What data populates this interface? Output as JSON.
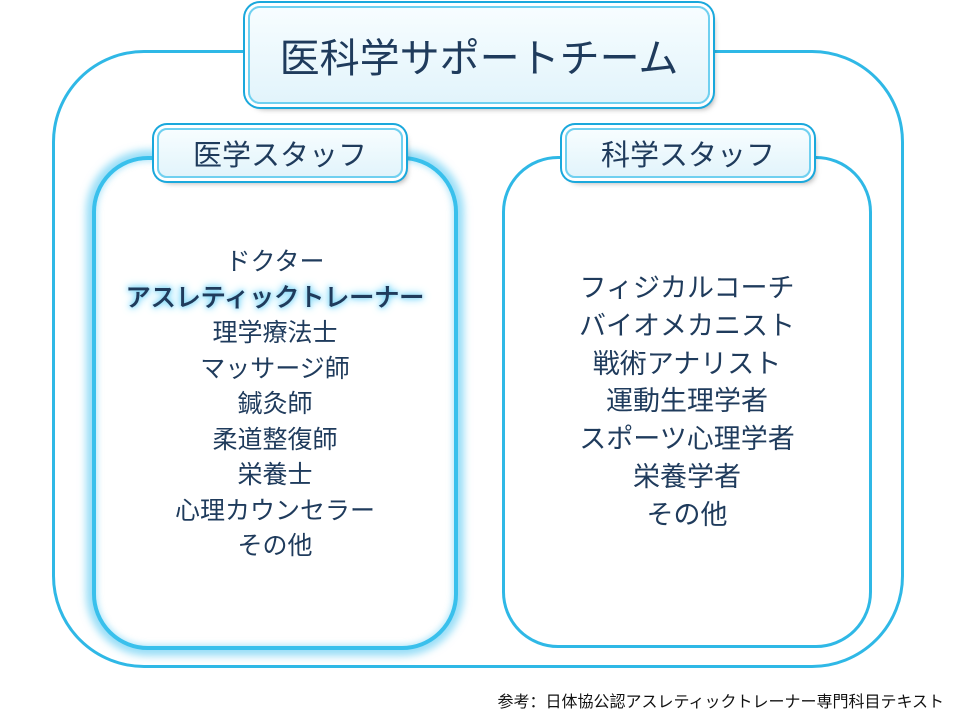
{
  "title": "医科学サポートチーム",
  "medical": {
    "header": "医学スタッフ",
    "items": [
      {
        "label": "ドクター",
        "emphasized": false
      },
      {
        "label": "アスレティックトレーナー",
        "emphasized": true
      },
      {
        "label": "理学療法士",
        "emphasized": false
      },
      {
        "label": "マッサージ師",
        "emphasized": false
      },
      {
        "label": "鍼灸師",
        "emphasized": false
      },
      {
        "label": "柔道整復師",
        "emphasized": false
      },
      {
        "label": "栄養士",
        "emphasized": false
      },
      {
        "label": "心理カウンセラー",
        "emphasized": false
      },
      {
        "label": "その他",
        "emphasized": false
      }
    ]
  },
  "science": {
    "header": "科学スタッフ",
    "items": [
      {
        "label": "フィジカルコーチ"
      },
      {
        "label": "バイオメカニスト"
      },
      {
        "label": "戦術アナリスト"
      },
      {
        "label": "運動生理学者"
      },
      {
        "label": "スポーツ心理学者"
      },
      {
        "label": "栄養学者"
      },
      {
        "label": "その他"
      }
    ]
  },
  "footer": "参考：日体協公認アスレティックトレーナー専門科目テキスト",
  "colors": {
    "border": "#2fb8e6",
    "glow": "#46c3f0",
    "text": "#1f3b5c"
  }
}
